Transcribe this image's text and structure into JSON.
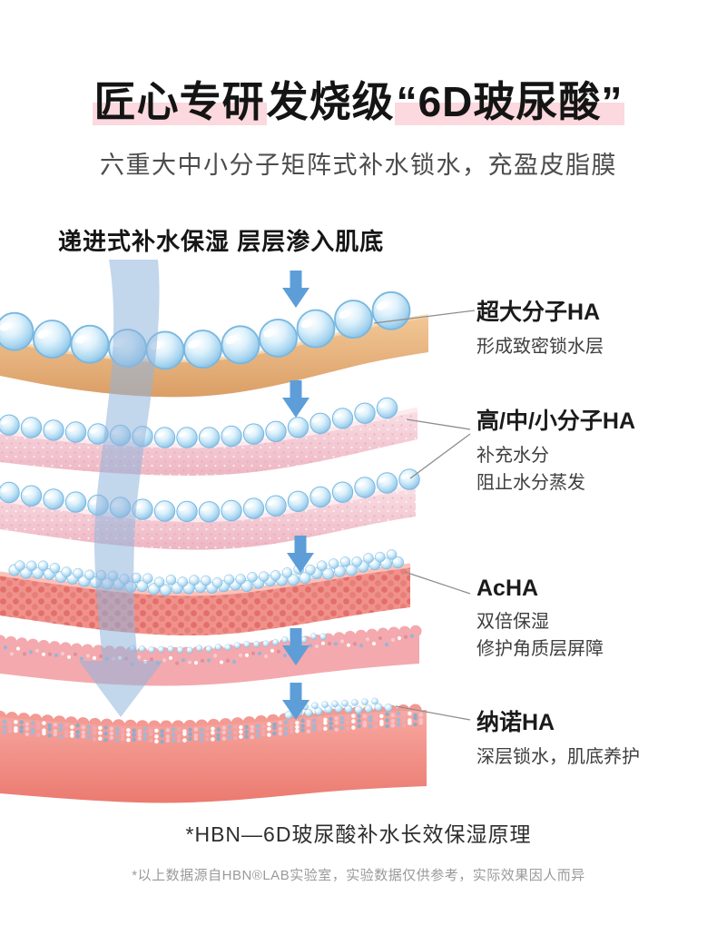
{
  "title": {
    "part1": "匠心专研",
    "part2": "发烧级",
    "part3": "“6D玻尿酸”"
  },
  "subtitle": "六重大中小分子矩阵式补水锁水，充盈皮脂膜",
  "section_header": "递进式补水保湿 层层渗入肌底",
  "annotations": [
    {
      "title": "超大分子HA",
      "line1": "形成致密锁水层"
    },
    {
      "title": "高/中/小分子HA",
      "line1": "补充水分",
      "line2": "阻止水分蒸发"
    },
    {
      "title": "AcHA",
      "line1": "双倍保湿",
      "line2": "修护角质层屏障"
    },
    {
      "title": "纳诺HA",
      "line1": "深层锁水，肌底养护"
    }
  ],
  "footer": "*HBN—6D玻尿酸补水长效保湿原理",
  "disclaimer": "*以上数据源自HBN®LAB实验室，实验数据仅供参考，实际效果因人而异",
  "colors": {
    "highlight_pink": "#fbd9de",
    "small_arrow_blue": "#5d9ed8",
    "big_arrow_blue": "#8fb4dd",
    "bubble_blue": "#7fbce4",
    "layer_tan": "#e2a876",
    "layer_pink": "#f2c3ce",
    "layer_red": "#f0908a",
    "layer_deep_pink": "#ef827a",
    "line_gray": "#8d8d8d"
  }
}
